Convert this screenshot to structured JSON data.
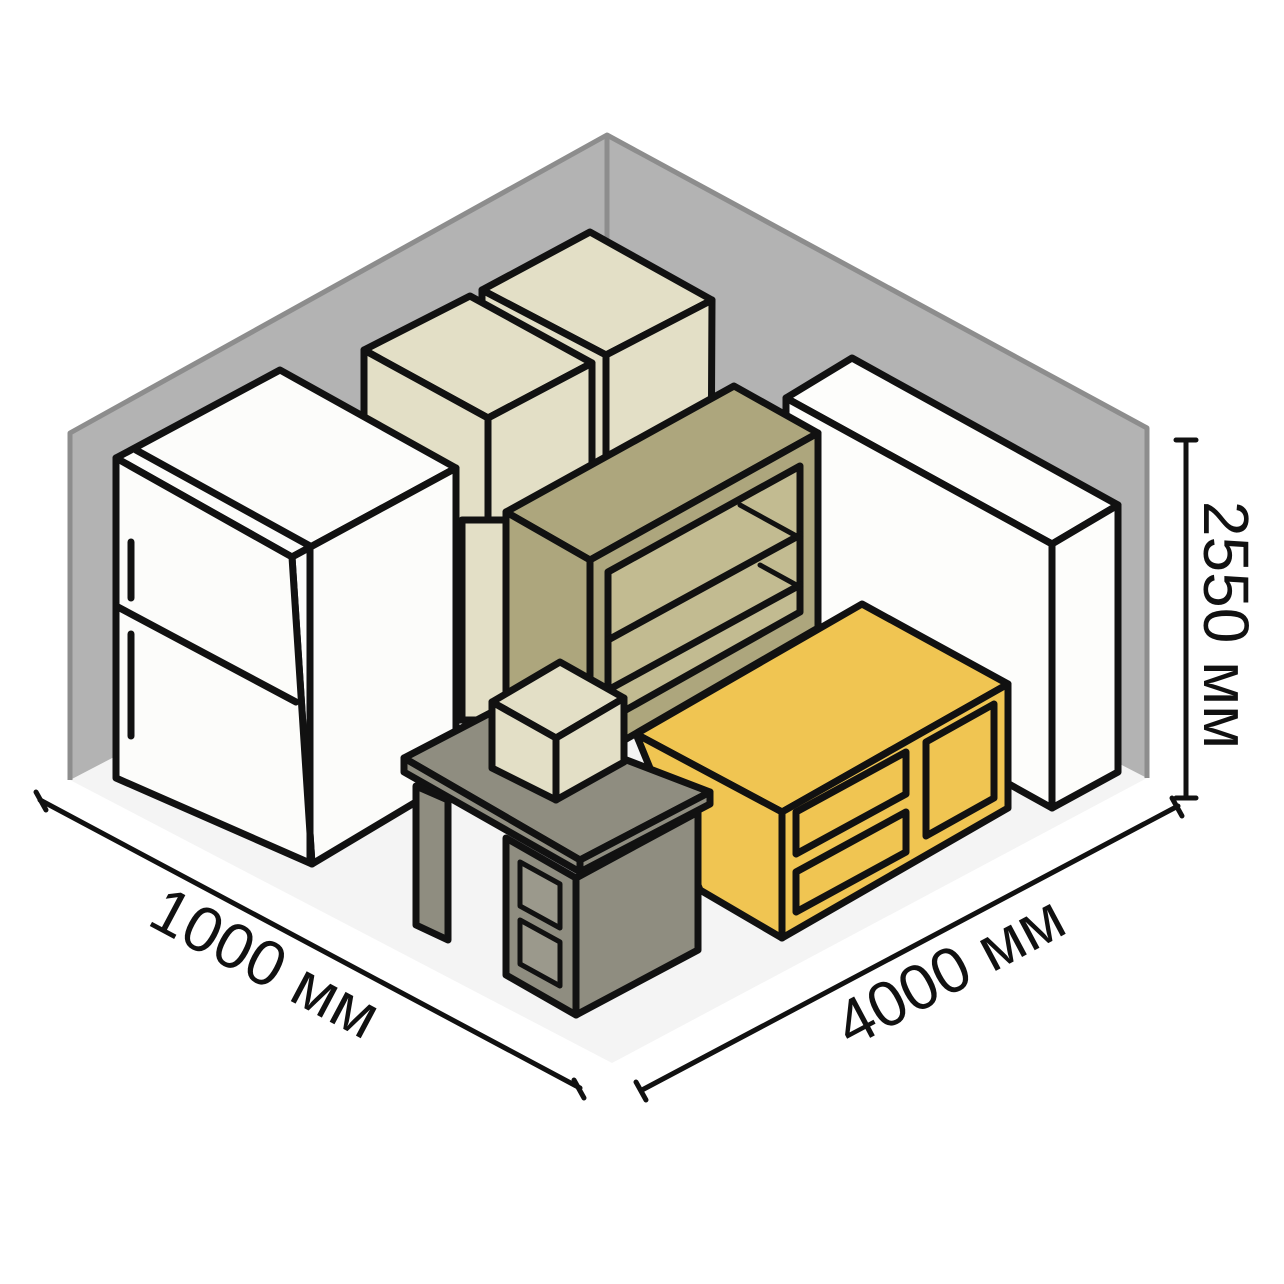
{
  "dimensions": {
    "depth_label": "1000 мм",
    "width_label": "4000 мм",
    "height_label": "2550 мм"
  },
  "colors": {
    "wall": "#b3b3b3",
    "floor": "#f4f4f4",
    "fridge": "#fcfcfa",
    "box": "#e3dfc6",
    "shelf": "#ada67d",
    "desk": "#8f8d80",
    "dresser": "#f0c552",
    "panel": "#fdfdfb"
  }
}
